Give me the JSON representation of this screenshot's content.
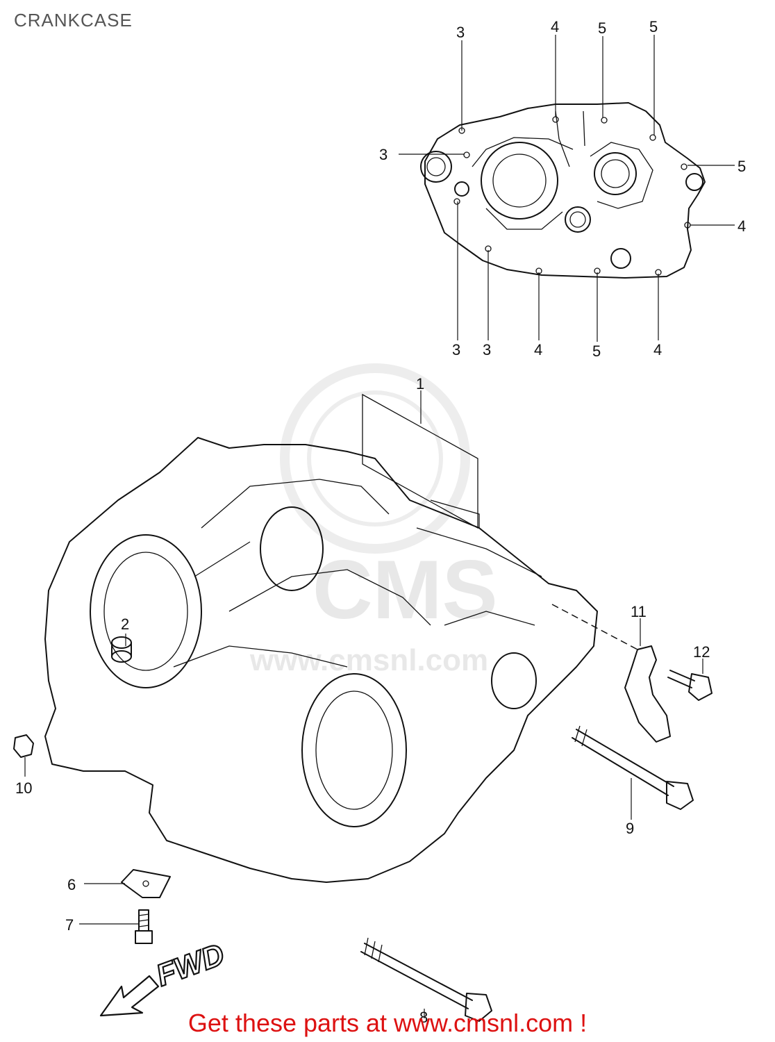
{
  "title": "CRANKCASE",
  "footer": "Get these parts at www.cmsnl.com !",
  "direction_label": "FWD",
  "watermark": {
    "brand": "CMS",
    "url": "www.cmsnl.com"
  },
  "callouts": [
    {
      "id": "c1",
      "label": "1"
    },
    {
      "id": "c2",
      "label": "2"
    },
    {
      "id": "c3a",
      "label": "3"
    },
    {
      "id": "c3b",
      "label": "3"
    },
    {
      "id": "c3c",
      "label": "3"
    },
    {
      "id": "c3d",
      "label": "3"
    },
    {
      "id": "c4a",
      "label": "4"
    },
    {
      "id": "c4b",
      "label": "4"
    },
    {
      "id": "c4c",
      "label": "4"
    },
    {
      "id": "c4d",
      "label": "4"
    },
    {
      "id": "c5a",
      "label": "5"
    },
    {
      "id": "c5b",
      "label": "5"
    },
    {
      "id": "c5c",
      "label": "5"
    },
    {
      "id": "c5d",
      "label": "5"
    },
    {
      "id": "c6",
      "label": "6"
    },
    {
      "id": "c7",
      "label": "7"
    },
    {
      "id": "c8",
      "label": "8"
    },
    {
      "id": "c9",
      "label": "9"
    },
    {
      "id": "c10",
      "label": "10"
    },
    {
      "id": "c11",
      "label": "11"
    },
    {
      "id": "c12",
      "label": "12"
    }
  ]
}
